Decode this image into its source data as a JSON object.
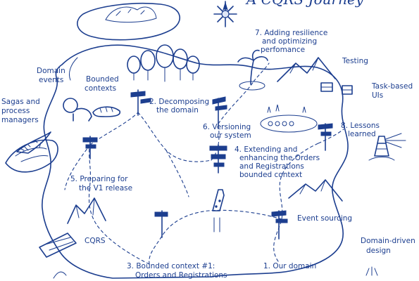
{
  "title": "A CQRS Journey",
  "stops": {
    "s1": [
      "1. Our domain"
    ],
    "s2": [
      "2. Decomposing",
      "the domain"
    ],
    "s3": [
      "3. Bounded context #1:",
      "Orders and Registrations"
    ],
    "s4": [
      "4. Extending and",
      "enhancing the Orders",
      "and Registrations",
      "bounded context"
    ],
    "s5": [
      "5. Preparing for",
      "the V1 release"
    ],
    "s6": [
      "6. Versioning",
      "our system"
    ],
    "s7": [
      "7. Adding resilience",
      "and optimizing",
      "perfomance"
    ],
    "s8": [
      "8. Lessons",
      "learned"
    ]
  },
  "topics": {
    "domain_events": [
      "Domain",
      "events"
    ],
    "bounded_contexts": [
      "Bounded",
      "contexts"
    ],
    "sagas": [
      "Sagas and",
      "process",
      "managers"
    ],
    "testing": [
      "Testing"
    ],
    "task_uis": [
      "Task-based",
      "UIs"
    ],
    "event_sourcing": [
      "Event sourcing"
    ],
    "ddd": [
      "Domain-driven",
      "design"
    ],
    "cqrs": [
      "CQRS"
    ]
  }
}
